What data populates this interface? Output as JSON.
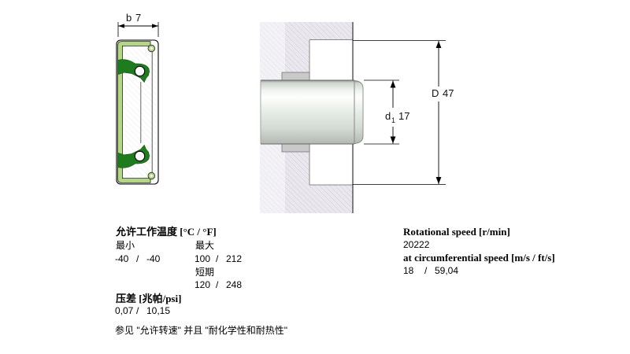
{
  "drawing": {
    "dim_b": {
      "symbol": "b",
      "value": "7"
    },
    "dim_D": {
      "symbol": "D",
      "value": "47"
    },
    "dim_d1": {
      "symbol": "d",
      "subscript": "1",
      "value": "17"
    },
    "colors": {
      "seal_rubber_light_green": "#b3d687",
      "seal_lip_dark_green": "#1e7b1e",
      "housing_hatch_base": "#eae7ee",
      "housing_hatch_line": "#d4d0da"
    }
  },
  "specs": {
    "separator": "/",
    "temperature": {
      "header": "允许工作温度 [°C / °F]",
      "min_label": "最小",
      "max_label": "最大",
      "min": {
        "c": "-40",
        "f": "-40"
      },
      "max": {
        "c": "100",
        "f": "212"
      },
      "short_term_label": "短期",
      "short_term": {
        "c": "120",
        "f": "248"
      }
    },
    "pressure": {
      "header": "压差 [兆帕/psi]",
      "value": {
        "mpa": "0,07",
        "psi": "10,15"
      }
    },
    "note": "参见 \"允许转速\" 并且 \"耐化学性和耐热性\"",
    "rotation": {
      "header": "Rotational speed [r/min]",
      "value": "20222",
      "sub_header": "at circumferential speed [m/s / ft/s]",
      "speed": {
        "ms": "18",
        "fts": "59,04"
      }
    }
  }
}
